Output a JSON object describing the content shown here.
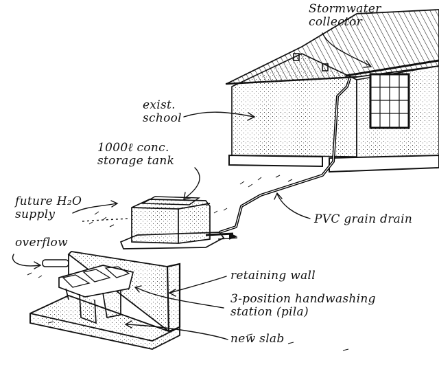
{
  "labels": {
    "stormwater_collector": "Stormwater\ncollector",
    "exist_school": "exist.\nschool",
    "storage_tank": "1000ℓ conc.\nstorage tank",
    "future_supply": "future H₂O\nsupply",
    "overflow": "overflow",
    "pvc_drain": "PVC grain drain",
    "retaining_wall": "retaining wall",
    "handwashing_station": "3-position handwashing\nstation (pila)",
    "new_slab": "new slab"
  },
  "colors": {
    "ink": "#111111",
    "paper": "#ffffff",
    "pipe": "#000000"
  }
}
